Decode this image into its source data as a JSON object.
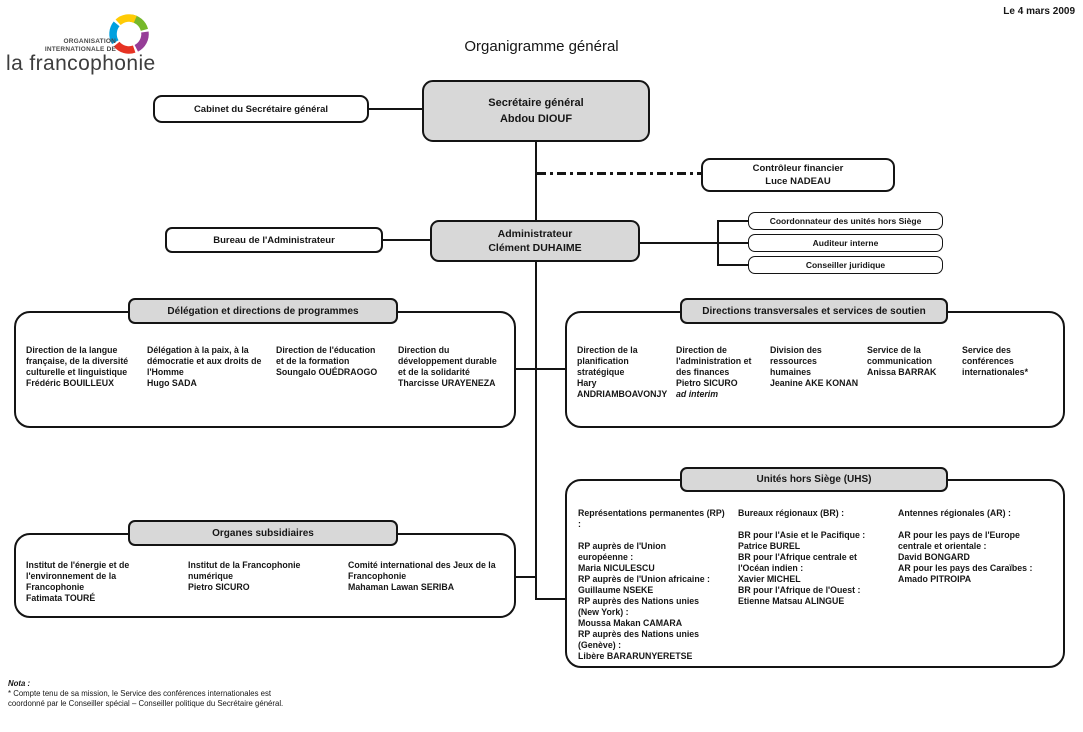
{
  "meta": {
    "date": "Le 4 mars 2009",
    "title": "Organigramme général"
  },
  "logo": {
    "org_name": "ORGANISATION\nINTERNATIONALE DE",
    "wordmark": "la francophonie",
    "ring_colors": {
      "green": "#76b82a",
      "purple": "#963d97",
      "red": "#e63323",
      "blue": "#00a0df",
      "yellow": "#ffcb05"
    }
  },
  "nodes": {
    "cabinet": {
      "label": "Cabinet du Secrétaire général"
    },
    "secretaire_general": {
      "title": "Secrétaire général",
      "name": "Abdou DIOUF"
    },
    "controleur_financier": {
      "title": "Contrôleur financier",
      "name": "Luce NADEAU"
    },
    "bureau_administrateur": {
      "label": "Bureau de l'Administrateur"
    },
    "administrateur": {
      "title": "Administrateur",
      "name": "Clément DUHAIME"
    },
    "staff": [
      {
        "label": "Coordonnateur des unités hors Siège"
      },
      {
        "label": "Auditeur interne"
      },
      {
        "label": "Conseiller juridique"
      }
    ]
  },
  "sections": {
    "programmes": {
      "header": "Délégation et directions de programmes",
      "items": [
        {
          "title": "Direction de la langue française, de la diversité culturelle et linguistique",
          "name": "Frédéric BOUILLEUX"
        },
        {
          "title": "Délégation à la paix, à la démocratie et aux droits de l'Homme",
          "name": "Hugo SADA"
        },
        {
          "title": "Direction de l'éducation et de la formation",
          "name": "Soungalo OUÉDRAOGO"
        },
        {
          "title": "Direction du développement durable et de la solidarité",
          "name": "Tharcisse URAYENEZA"
        }
      ]
    },
    "transversales": {
      "header": "Directions transversales et services de soutien",
      "items": [
        {
          "title": "Direction de la planification stratégique",
          "name": "Hary ANDRIAMBOAVONJY"
        },
        {
          "title": "Direction de l'administration et des finances",
          "name": "Pietro SICURO",
          "note": "ad interim"
        },
        {
          "title": "Division des ressources humaines",
          "name": "Jeanine AKE KONAN"
        },
        {
          "title": "Service de la communication",
          "name": "Anissa BARRAK"
        },
        {
          "title": "Service des conférences internationales*",
          "name": ""
        }
      ]
    },
    "organes": {
      "header": "Organes subsidiaires",
      "items": [
        {
          "title": "Institut de l'énergie et de l'environnement de la Francophonie",
          "name": "Fatimata TOURÉ"
        },
        {
          "title": "Institut de la Francophonie numérique",
          "name": "Pietro SICURO"
        },
        {
          "title": "Comité international des Jeux de la Francophonie",
          "name": "Mahaman Lawan SERIBA"
        }
      ]
    },
    "uhs": {
      "header": "Unités hors Siège (UHS)",
      "columns": [
        {
          "heading": "Représentations permanentes (RP) :",
          "body": "RP auprès de l'Union\neuropéenne :\nMaria NICULESCU\nRP auprès de l'Union africaine :\nGuillaume NSEKE\nRP auprès des Nations unies\n(New York) :\nMoussa Makan CAMARA\nRP auprès des Nations unies\n(Genève) :\nLibère BARARUNYERETSE"
        },
        {
          "heading": "Bureaux régionaux (BR) :",
          "body": "BR pour l'Asie et le Pacifique :\nPatrice BUREL\nBR pour l'Afrique centrale et\nl'Océan indien :\nXavier MICHEL\nBR pour l'Afrique de l'Ouest :\nEtienne Matsau ALINGUE"
        },
        {
          "heading": "Antennes régionales (AR) :",
          "body": "AR pour les pays de l'Europe\ncentrale et orientale :\nDavid BONGARD\nAR pour les pays des Caraïbes :\nAmado PITROIPA"
        }
      ]
    }
  },
  "note": {
    "label": "Nota :",
    "body": "* Compte tenu de sa mission, le Service des conférences internationales est\ncoordonné  par le Conseiller spécial – Conseiller politique du Secrétaire général."
  },
  "colors": {
    "node_fill_gray": "#d8d8d8",
    "line_black": "#141414"
  }
}
